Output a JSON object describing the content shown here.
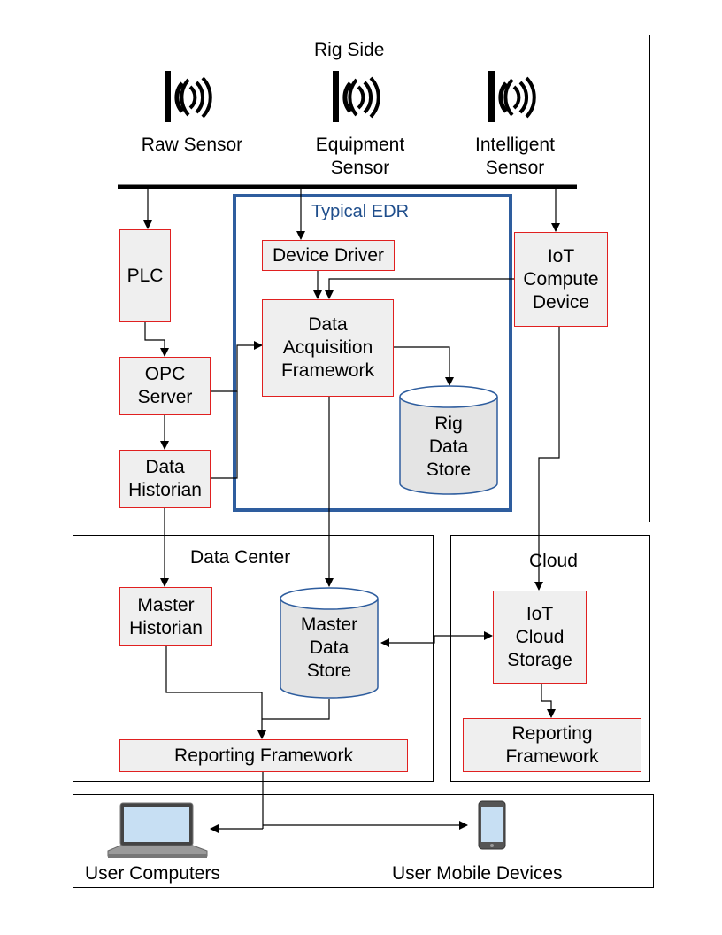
{
  "sections": {
    "rig_side": "Rig Side",
    "data_center": "Data Center",
    "cloud": "Cloud",
    "typical_edr": "Typical EDR"
  },
  "sensors": {
    "raw": "Raw Sensor",
    "equipment": "Equipment\nSensor",
    "intelligent": "Intelligent\nSensor"
  },
  "boxes": {
    "plc": "PLC",
    "opc_server": "OPC\nServer",
    "data_historian": "Data\nHistorian",
    "device_driver": "Device Driver",
    "daf": "Data\nAcquisition\nFramework",
    "iot_compute": "IoT\nCompute\nDevice",
    "master_historian": "Master\nHistorian",
    "reporting_dc": "Reporting Framework",
    "iot_cloud": "IoT\nCloud\nStorage",
    "reporting_cloud": "Reporting\nFramework"
  },
  "stores": {
    "rig": "Rig\nData\nStore",
    "master": "Master\nData\nStore"
  },
  "users": {
    "computers": "User Computers",
    "mobile": "User Mobile Devices"
  },
  "colors": {
    "box_border": "#e02020",
    "box_fill": "#efefef",
    "edr_border": "#2e5d9e",
    "edr_text": "#1f4e8c",
    "cylinder_border": "#2e5d9e",
    "cylinder_fill": "#e4e4e4"
  },
  "icons": {
    "sensor": "sensor-wave-icon",
    "laptop": "laptop-icon",
    "phone": "mobile-phone-icon"
  }
}
